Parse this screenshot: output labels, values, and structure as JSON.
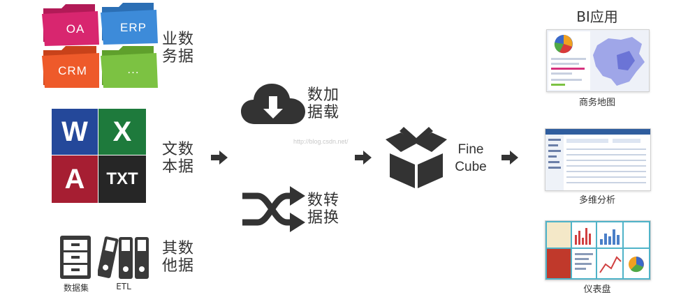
{
  "sources": {
    "folders": [
      {
        "label": "OA",
        "color": "#d8266f"
      },
      {
        "label": "ERP",
        "color": "#3d8bd9"
      },
      {
        "label": "CRM",
        "color": "#ee5a2a"
      },
      {
        "label": "...",
        "color": "#7cc242"
      }
    ],
    "business_label": [
      "业数",
      "务据"
    ],
    "office_tiles": [
      {
        "label": "W",
        "color": "#24489a"
      },
      {
        "label": "X",
        "color": "#1e7a3c"
      },
      {
        "label": "A",
        "color": "#a61e32"
      },
      {
        "label": "TXT",
        "color": "#262626"
      }
    ],
    "text_label": [
      "文数",
      "本据"
    ],
    "other_icons": {
      "dataset_caption": "数据集",
      "etl_caption": "ETL"
    },
    "other_label": [
      "其数",
      "他据"
    ]
  },
  "middle": {
    "load_label": [
      "数加",
      "据载"
    ],
    "convert_label": [
      "数转",
      "据换"
    ]
  },
  "cube": {
    "label_line1": "Fine",
    "label_line2": "Cube"
  },
  "bi": {
    "title": "BI应用",
    "apps": [
      {
        "caption": "商务地图",
        "icon": "map-dashboard-thumbnail"
      },
      {
        "caption": "多维分析",
        "icon": "table-analysis-thumbnail"
      },
      {
        "caption": "仪表盘",
        "icon": "dashboard-thumbnail"
      }
    ]
  },
  "watermark": "http://blog.csdn.net/",
  "colors": {
    "arrow": "#333333",
    "dark_icon": "#3a3a3a"
  }
}
